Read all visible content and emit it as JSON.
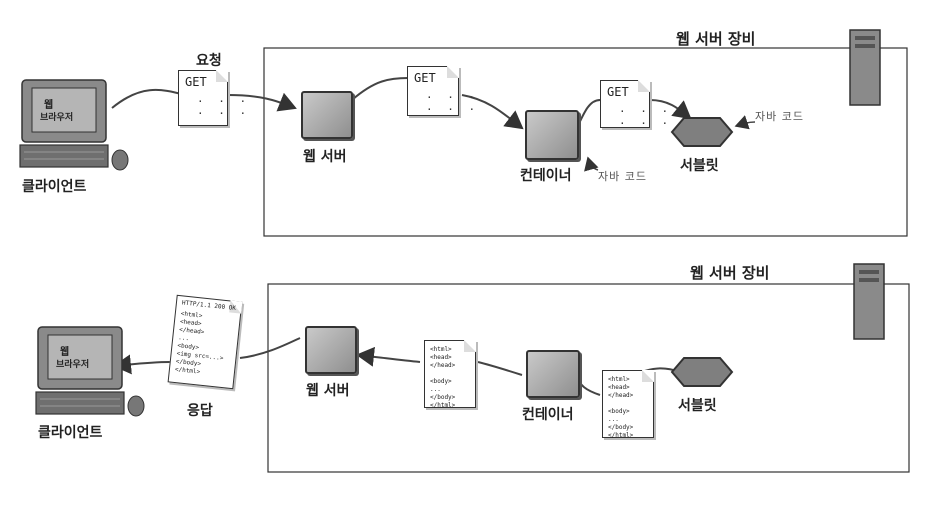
{
  "top": {
    "server_title": "웹 서버 장비",
    "request_label": "요청",
    "get_text": "GET",
    "dots": ". . .\n. . .",
    "client_label": "클라이언트",
    "monitor_line1": "웹",
    "monitor_line2": "브라우저",
    "webserver_label": "웹 서버",
    "container_label": "컨테이너",
    "servlet_label": "서블릿",
    "java_code_1": "자바 코드",
    "java_code_2": "자바 코드"
  },
  "bottom": {
    "server_title": "웹 서버 장비",
    "response_label": "응답",
    "client_label": "클라이언트",
    "monitor_line1": "웹",
    "monitor_line2": "브라우저",
    "webserver_label": "웹 서버",
    "container_label": "컨테이너",
    "servlet_label": "서블릿",
    "http_header": "HTTP/1.1 200 OK",
    "response_code": "<html>\n<head>\n</head>\n...\n<body>\n<img src=...>\n</body>\n</html>",
    "html_code_a": "<html>\n<head>\n</head>\n\n<body>\n...\n</body>\n</html>",
    "html_code_b": "<html>\n<head>\n</head>\n\n<body>\n...\n</body>\n</html>"
  }
}
